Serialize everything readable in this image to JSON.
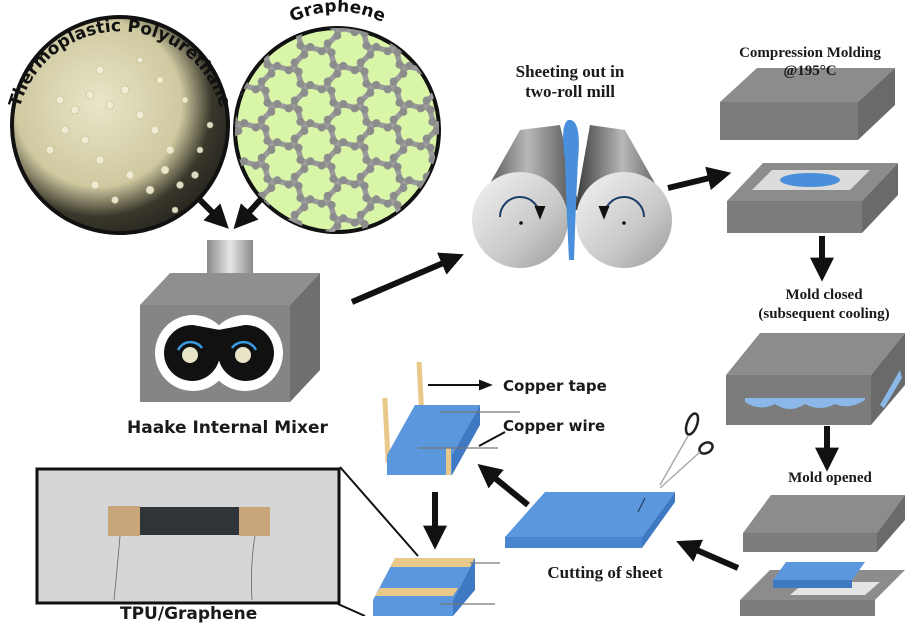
{
  "diagram": {
    "title": "TPU/Graphene sensor fabrication process",
    "colors": {
      "tpu_bg": "#2b2a20",
      "pellet": "#e8e4c4",
      "graphene_bg": "#d8f5a8",
      "atom": "#8c8c8c",
      "mold_top": "#8a8a8a",
      "mold_front": "#7a7a7a",
      "mold_side": "#666666",
      "sheet_blue": "#5b97dc",
      "sheet_side": "#3f79c4",
      "copper_tape": "#e9c98a",
      "arrow": "#111111"
    },
    "materials": {
      "tpu_label": "Thermoplastic Polyurethane",
      "graphene_label": "Graphene"
    },
    "steps": {
      "mixer": "Haake Internal Mixer",
      "mill_line1": "Sheeting out in",
      "mill_line2": "two-roll mill",
      "compression_line1": "Compression Molding",
      "compression_line2": "@195°C",
      "closed_line1": "Mold closed",
      "closed_line2": "(subsequent cooling)",
      "opened": "Mold opened",
      "cutting": "Cutting of sheet",
      "copper_tape": "Copper tape",
      "copper_wire": "Copper wire",
      "sample": "TPU/Graphene"
    }
  }
}
